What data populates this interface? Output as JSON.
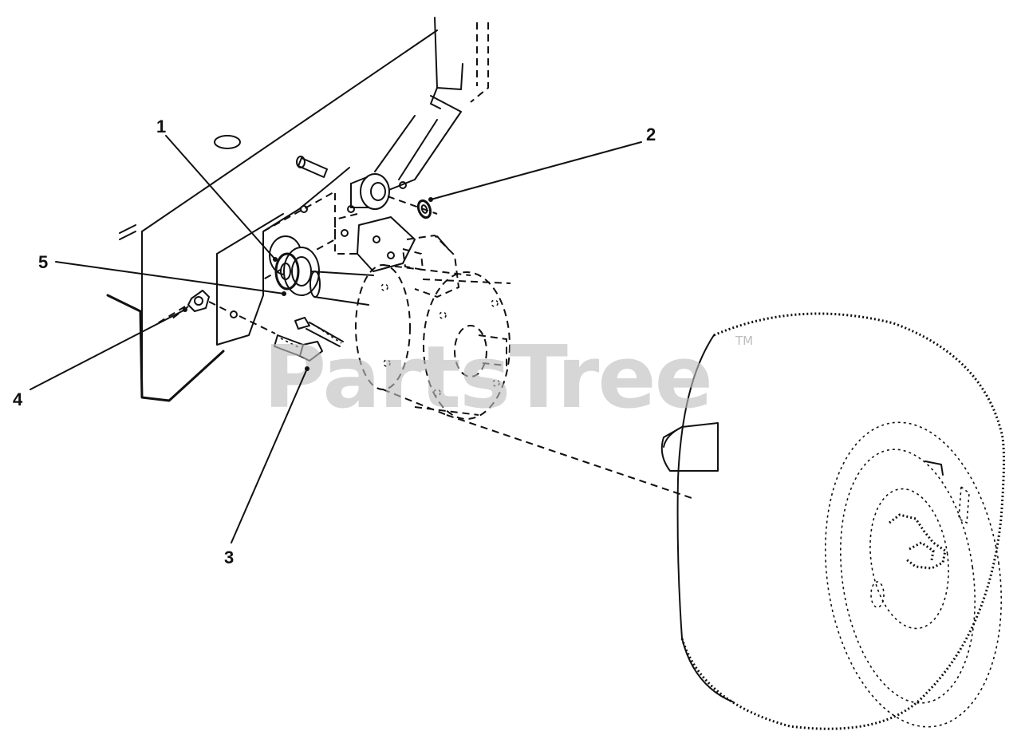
{
  "callouts": [
    {
      "number": "1"
    },
    {
      "number": "2"
    },
    {
      "number": "3"
    },
    {
      "number": "4"
    },
    {
      "number": "5"
    }
  ],
  "watermark": {
    "text": "PartsTree",
    "trademark": "TM",
    "color": "#bdbdbd"
  },
  "colors": {
    "ink": "#111111",
    "background": "#ffffff"
  }
}
